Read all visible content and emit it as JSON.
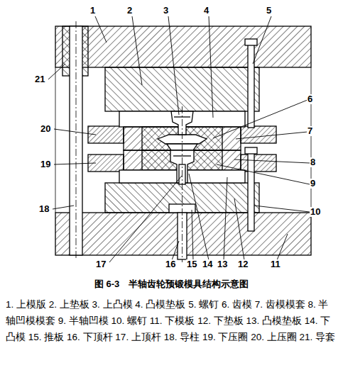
{
  "diagram": {
    "caption": "图 6-3　半轴齿轮预锻模具结构示意图",
    "labels": [
      "1",
      "2",
      "3",
      "4",
      "5",
      "6",
      "7",
      "8",
      "9",
      "10",
      "11",
      "12",
      "13",
      "14",
      "15",
      "16",
      "17",
      "18",
      "19",
      "20",
      "21",
      "1. 上模版",
      "2. 上垫板",
      "3. 上凸模",
      "4. 凸模垫板",
      "5. 螺钉",
      "6. 齿模",
      "7. 齿模模套",
      "8. 半轴凹模模套",
      "9. 半轴凹模",
      "10. 螺钉",
      "11. 下模板",
      "12. 下垫板",
      "13. 凸模垫板",
      "14. 下凸模",
      "15. 推板",
      "16. 下顶杆",
      "17. 上顶杆",
      "18. 导柱",
      "19. 下压圈",
      "20. 上压圈",
      "21. 导套"
    ]
  }
}
